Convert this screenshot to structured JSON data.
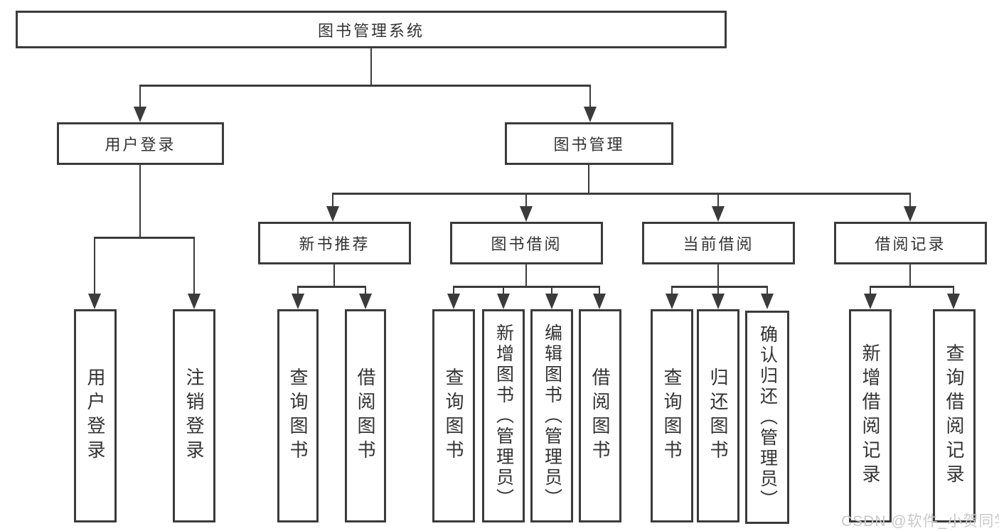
{
  "nodes": {
    "root": "图书管理系统",
    "user_login": "用户登录",
    "book_mgmt": "图书管理",
    "new_books": "新书推荐",
    "book_borrow": "图书借阅",
    "current_borrow": "当前借阅",
    "borrow_records": "借阅记录",
    "leaf_user_login": "用户登录",
    "leaf_logout": "注销登录",
    "leaf_nb_query": "查询图书",
    "leaf_nb_borrow": "借阅图书",
    "leaf_bb_query": "查询图书",
    "leaf_bb_add": "新增图书（管理员）",
    "leaf_bb_edit": "编辑图书（管理员）",
    "leaf_bb_borrow": "借阅图书",
    "leaf_cb_query": "查询图书",
    "leaf_cb_return": "归还图书",
    "leaf_cb_confirm": "确认归还（管理员）",
    "leaf_br_add": "新增借阅记录",
    "leaf_br_query": "查询借阅记录"
  },
  "watermark": "CSDN @软件_小贺同学",
  "colors": {
    "line": "#3b3b3b",
    "text": "#333333",
    "watermark": "#c9c9c9",
    "background": "#ffffff"
  }
}
